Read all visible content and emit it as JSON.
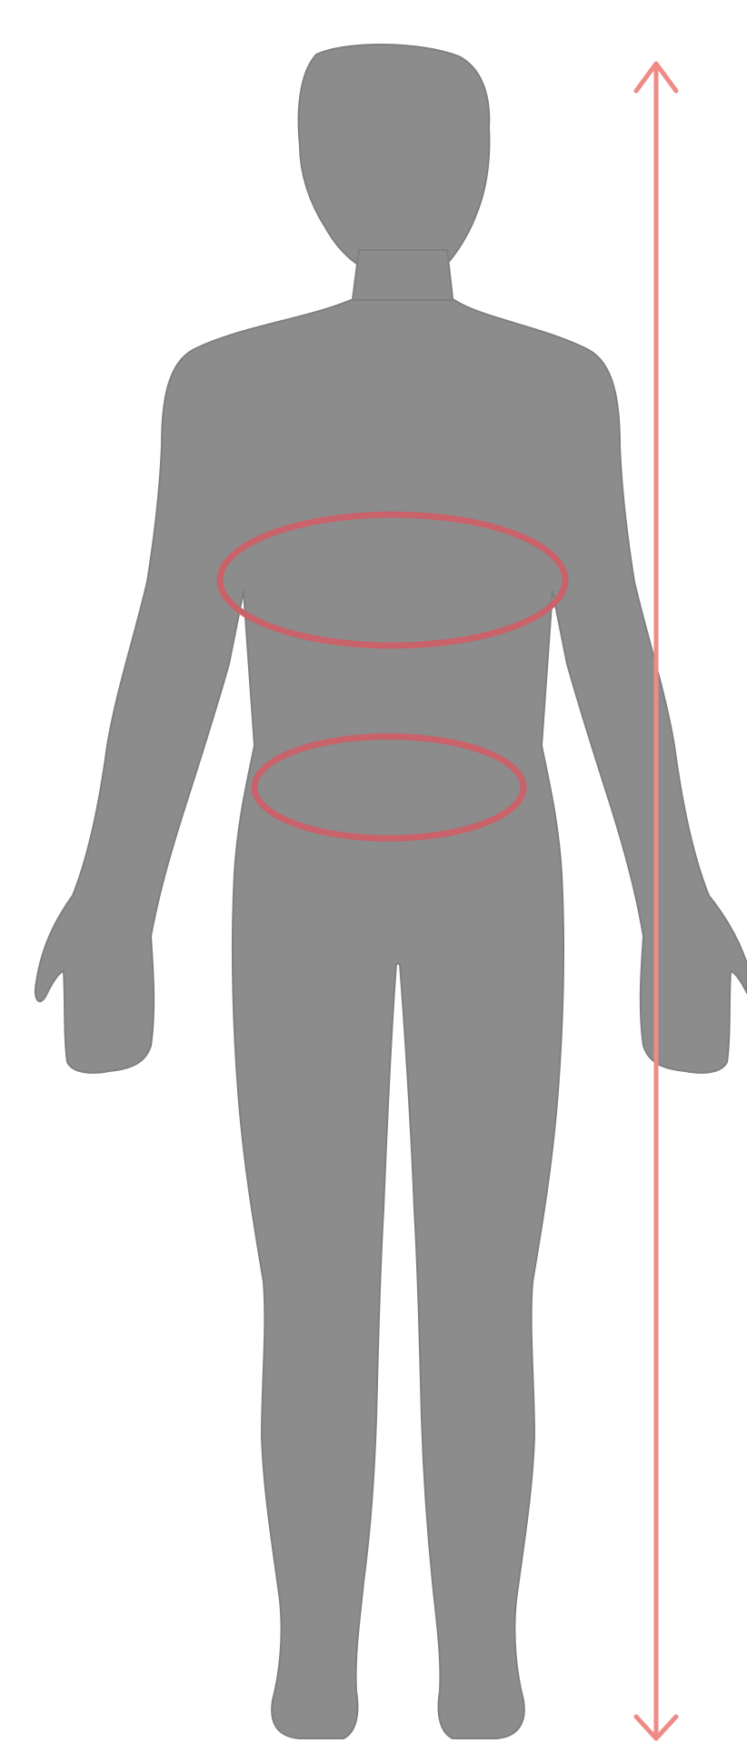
{
  "diagram": {
    "subject": "human-body-front-silhouette",
    "measurements": [
      "height",
      "chest",
      "waist"
    ],
    "colors": {
      "background": "#ffffff",
      "silhouette": "#8c8c8c",
      "silhouette_edge": "#7f7f7f",
      "height_arrow": "#ef8b85",
      "chest_ring": "#c9626a",
      "waist_ring": "#c9626a"
    }
  }
}
